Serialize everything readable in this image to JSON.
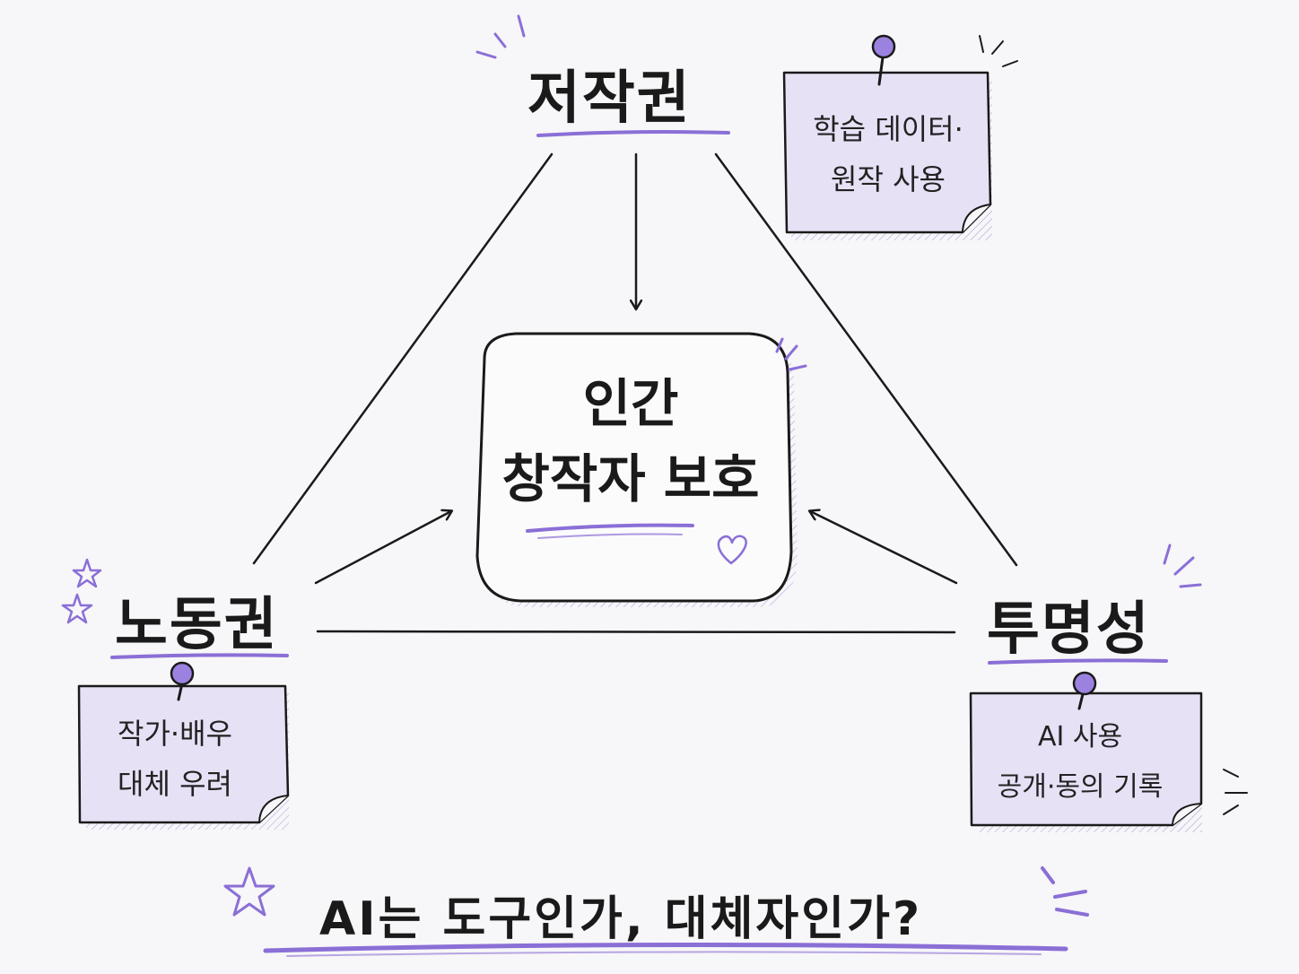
{
  "diagram": {
    "center": {
      "line1": "인간",
      "line2": "창작자 보호"
    },
    "nodes": {
      "copyright": "저작권",
      "labor": "노동권",
      "transparency": "투명성"
    },
    "notes": {
      "copyright": {
        "line1": "학습 데이터·",
        "line2": "원작 사용"
      },
      "labor": {
        "line1": "작가·배우",
        "line2": "대체 우려"
      },
      "transparency": {
        "line1": "AI 사용",
        "line2": "공개·동의 기록"
      }
    },
    "footer": "AI는 도구인가, 대체자인가?",
    "colors": {
      "accent": "#8a6fd6",
      "note_fill": "#e7e1f6",
      "ink": "#1a1a1a",
      "pin": "#9b82e0"
    }
  }
}
